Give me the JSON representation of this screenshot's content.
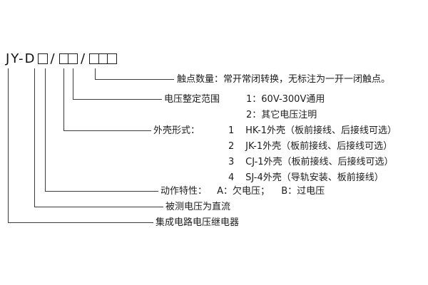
{
  "model": {
    "prefix": "JY-D",
    "slash": "/"
  },
  "annotations": {
    "contact": "触点数量：常开常闭转换，无标注为一开一闭触点。",
    "voltage_range": {
      "title": "电压整定范围",
      "options": [
        "1：60V-300V通用",
        "2：其它电压注明"
      ]
    },
    "enclosure": {
      "title": "外壳形式：",
      "options": [
        {
          "num": "1",
          "text": "HK-1外壳（板前接线、后接线可选）"
        },
        {
          "num": "2",
          "text": "JK-1外壳（板前接线、后接线可选）"
        },
        {
          "num": "3",
          "text": "CJ-1外壳（板前接线、后接线可选）"
        },
        {
          "num": "4",
          "text": "SJ-4外壳（导轨安装、板前接线）"
        }
      ]
    },
    "action": {
      "title": "动作特性：",
      "option_a": "A：欠电压；",
      "option_b": "B：过电压"
    },
    "dc": "被测电压为直流",
    "relay": "集成电路电压继电器"
  }
}
